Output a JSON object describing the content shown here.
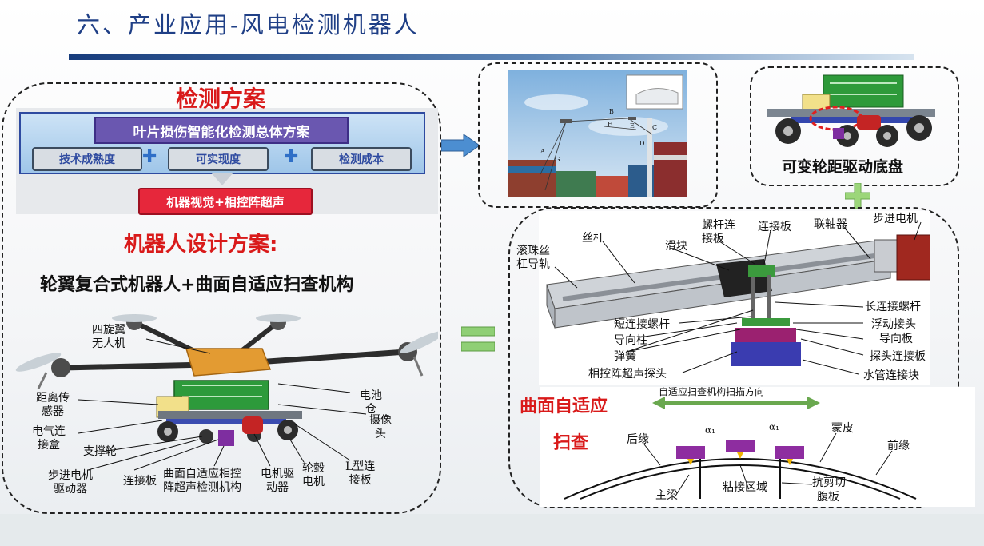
{
  "slide": {
    "title": "六、产业应用-风电检测机器人"
  },
  "scheme": {
    "title": "检测方案",
    "header": "叶片损伤智能化检测总体方案",
    "factors": [
      "技术成熟度",
      "可实现度",
      "检测成本"
    ],
    "plus_symbol": "✚",
    "result": "机器视觉+相控阵超声"
  },
  "design": {
    "title": "机器人设计方案:",
    "subtitle": "轮翼复合式机器人+曲面自适应扫查机构",
    "labels": {
      "quadrotor": [
        "四旋翼",
        "无人机"
      ],
      "battery": [
        "电池",
        "仓"
      ],
      "camera": [
        "摄像",
        "头"
      ],
      "distance_sensor": [
        "距离传",
        "感器"
      ],
      "electrical_box": [
        "电气连",
        "接盒"
      ],
      "support_wheel": "支撑轮",
      "stepper_driver": [
        "步进电机",
        "驱动器"
      ],
      "connect_plate": "连接板",
      "scan_mechanism": [
        "曲面自适应相控",
        "阵超声检测机构"
      ],
      "motor_driver": [
        "电机驱",
        "动器"
      ],
      "hub_motor": [
        "轮毂",
        "电机"
      ],
      "l_plate": [
        "L型连",
        "接板"
      ]
    }
  },
  "photo": {
    "labels": [
      "A",
      "B",
      "C",
      "D",
      "E",
      "F",
      "G"
    ]
  },
  "chassis": {
    "label": "可变轮距驱动底盘"
  },
  "mechanism": {
    "labels": {
      "ball_screw_guide": [
        "滚珠丝",
        "杠导轨"
      ],
      "screw": "丝杆",
      "slider": "滑块",
      "screw_plate": [
        "螺杆连",
        "接板"
      ],
      "connect_plate": "连接板",
      "coupling": "联轴器",
      "stepper_motor": "步进电机",
      "long_bolt": "长连接螺杆",
      "float_joint": "浮动接头",
      "guide_plate": "导向板",
      "probe_plate": "探头连接板",
      "water_block": "水管连接块",
      "short_bolt": "短连接螺杆",
      "guide_post": "导向柱",
      "spring": "弹簧",
      "probe": "相控阵超声探头"
    },
    "curve_title": [
      "曲面自适应",
      "扫查"
    ],
    "scan_direction": "自适应扫查机构扫描方向",
    "alpha_label": "α₁",
    "curve_labels": {
      "trailing_edge": "后缘",
      "skin": "蒙皮",
      "leading_edge": "前缘",
      "main_beam": "主梁",
      "bond_area": "粘接区域",
      "shear_web": [
        "抗剪切",
        "腹板"
      ]
    }
  }
}
